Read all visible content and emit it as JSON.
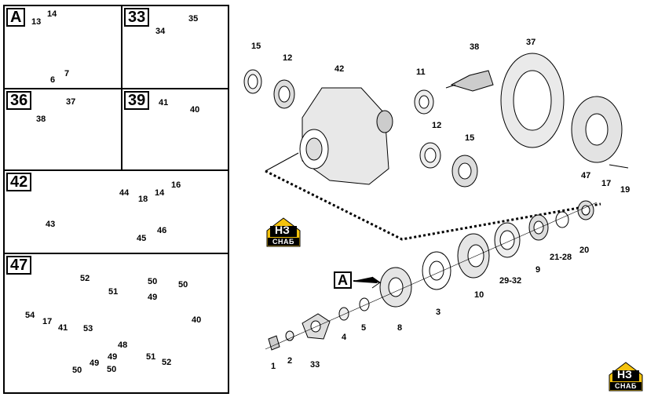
{
  "panels": [
    {
      "tag": "A"
    },
    {
      "tag": "33"
    },
    {
      "tag": "36"
    },
    {
      "tag": "39"
    },
    {
      "tag": "42"
    },
    {
      "tag": "47"
    }
  ],
  "panel_labels": {
    "A": [
      "14",
      "13",
      "6",
      "7"
    ],
    "33": [
      "35",
      "34"
    ],
    "36": [
      "37",
      "38"
    ],
    "39": [
      "41",
      "40"
    ],
    "42": [
      "44",
      "18",
      "14",
      "16",
      "43",
      "46",
      "45"
    ],
    "47": [
      "52",
      "50",
      "51",
      "49",
      "50",
      "54",
      "17",
      "41",
      "53",
      "40",
      "48",
      "49",
      "51",
      "52",
      "50",
      "49",
      "50"
    ]
  },
  "main_labels": [
    "15",
    "12",
    "42",
    "11",
    "38",
    "37",
    "12",
    "15",
    "47",
    "17",
    "19",
    "A",
    "9",
    "21-28",
    "20",
    "10",
    "29-32",
    "3",
    "8",
    "5",
    "4",
    "1",
    "2",
    "33"
  ],
  "logo": {
    "brand": "НЗ",
    "sub": "СНАБ",
    "color": "#f4c20d"
  }
}
